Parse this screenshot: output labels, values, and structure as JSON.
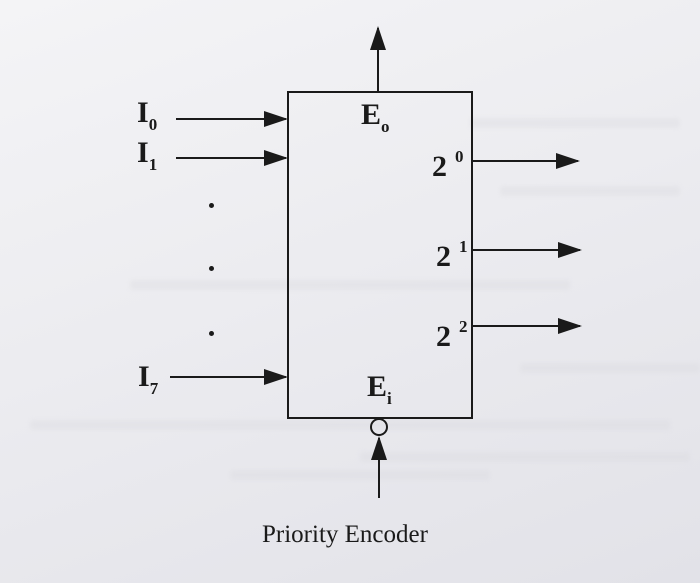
{
  "diagram": {
    "inputs": [
      {
        "base": "I",
        "sub": "0"
      },
      {
        "base": "I",
        "sub": "1"
      },
      {
        "base": "I",
        "sub": "7"
      }
    ],
    "enable_out": {
      "base": "E",
      "sub": "o"
    },
    "enable_in": {
      "base": "E",
      "sub": "i"
    },
    "outputs": [
      {
        "base": "2",
        "sup": "0"
      },
      {
        "base": "2",
        "sup": "1"
      },
      {
        "base": "2",
        "sup": "2"
      }
    ],
    "caption": "Priority Encoder",
    "colors": {
      "ink": "#1a1a1a",
      "paper": "#ececf0"
    }
  }
}
